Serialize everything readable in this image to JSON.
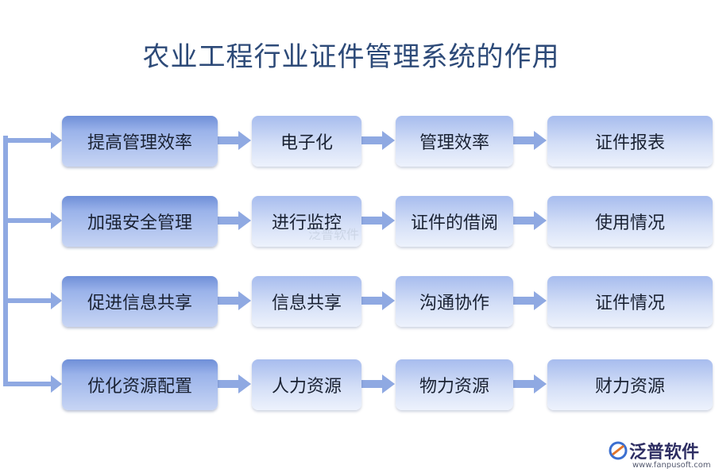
{
  "title": "农业工程行业证件管理系统的作用",
  "rows": [
    {
      "head": "提高管理效率",
      "items": [
        "电子化",
        "管理效率",
        "证件报表"
      ]
    },
    {
      "head": "加强安全管理",
      "items": [
        "进行监控",
        "证件的借阅",
        "使用情况"
      ]
    },
    {
      "head": "促进信息共享",
      "items": [
        "信息共享",
        "沟通协作",
        "证件情况"
      ]
    },
    {
      "head": "优化资源配置",
      "items": [
        "人力资源",
        "物力资源",
        "财力资源"
      ]
    }
  ],
  "watermark": "泛普软件",
  "logo": {
    "name": "泛普软件",
    "url": "www.fanpusoft.com"
  },
  "colors": {
    "arrow": "#8fa9e2",
    "head_top": "#6f8fd8",
    "sub_bottom": "#edf2fc",
    "title": "#2d4a78"
  }
}
